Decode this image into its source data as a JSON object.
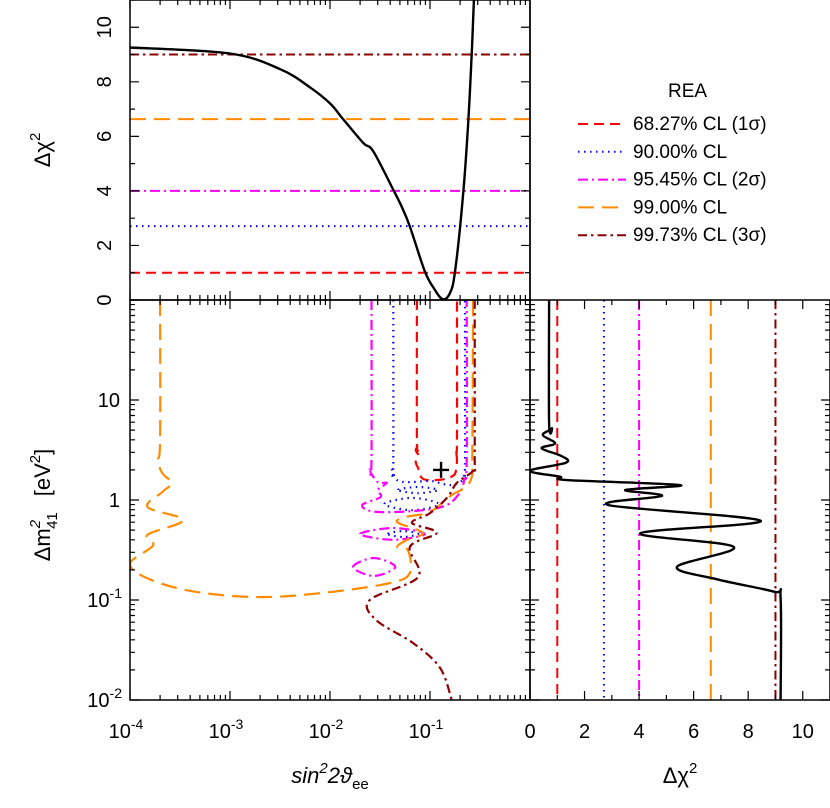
{
  "legend": {
    "title": "REA",
    "entries": [
      {
        "label": "68.27% CL (1σ)",
        "level": 1.0,
        "color": "#ff0000",
        "style": "dashed"
      },
      {
        "label": "90.00% CL",
        "level": 2.71,
        "color": "#0000ff",
        "style": "dotted"
      },
      {
        "label": "95.45% CL (2σ)",
        "level": 4.0,
        "color": "#ff00ff",
        "style": "dash-dot"
      },
      {
        "label": "99.00% CL",
        "level": 6.63,
        "color": "#ff8c00",
        "style": "long-dash"
      },
      {
        "label": "99.73% CL (3σ)",
        "level": 9.0,
        "color": "#8b0000",
        "style": "dash-dot"
      }
    ]
  },
  "chart_data": [
    {
      "panel": "top",
      "type": "line",
      "xscale": "log",
      "xlim": [
        0.0001,
        1
      ],
      "ylim": [
        0,
        11
      ],
      "ylabel": {
        "main": "Δχ",
        "sup": "2"
      },
      "yticks": [
        "0",
        "2",
        "4",
        "6",
        "8",
        "10"
      ],
      "series": [
        {
          "color": "#000000",
          "points": [
            [
              0.0001,
              9.26
            ],
            [
              0.001,
              9.04
            ],
            [
              0.0032,
              8.46
            ],
            [
              0.0063,
              7.8
            ],
            [
              0.01,
              7.21
            ],
            [
              0.0136,
              6.62
            ],
            [
              0.0215,
              5.76
            ],
            [
              0.0271,
              5.45
            ],
            [
              0.043,
              4.04
            ],
            [
              0.052,
              3.43
            ],
            [
              0.063,
              2.69
            ],
            [
              0.089,
              1.04
            ],
            [
              0.112,
              0.37
            ],
            [
              0.134,
              0.03
            ],
            [
              0.158,
              0.25
            ],
            [
              0.178,
              1.04
            ],
            [
              0.215,
              3.92
            ],
            [
              0.242,
              6.62
            ],
            [
              0.261,
              9.0
            ],
            [
              0.275,
              11.0
            ]
          ]
        }
      ]
    },
    {
      "panel": "bottom-left",
      "type": "contour",
      "xscale": "log",
      "yscale": "log",
      "xlim": [
        0.0001,
        1
      ],
      "ylim": [
        0.01,
        100
      ],
      "xlabel": {
        "main": "sin",
        "sup": "2",
        "mid": "2ϑ",
        "sub": "ee"
      },
      "ylabel": {
        "main": "Δm",
        "sup": "2",
        "sub": "41",
        "unit": "[eV",
        "unit_sup": "2",
        "unit_end": "]"
      },
      "xticks": [
        {
          "base": "10",
          "exp": "-4"
        },
        {
          "base": "10",
          "exp": "-3"
        },
        {
          "base": "10",
          "exp": "-2"
        },
        {
          "base": "10",
          "exp": "-1"
        }
      ],
      "yticks": [
        {
          "base": "10",
          "exp": "-2"
        },
        {
          "base": "10",
          "exp": "-1"
        },
        {
          "base": "1",
          "exp": ""
        },
        {
          "base": "10",
          "exp": ""
        }
      ],
      "best_fit": [
        0.129,
        2.0
      ],
      "contours": [
        {
          "cl": "68.27% CL (1σ)",
          "closed": false,
          "points": [
            [
              0.074,
              100
            ],
            [
              0.074,
              3.98
            ],
            [
              0.076,
              3.55
            ],
            [
              0.072,
              3.16
            ],
            [
              0.076,
              2.82
            ],
            [
              0.072,
              2.4
            ],
            [
              0.076,
              2.09
            ],
            [
              0.083,
              1.66
            ],
            [
              0.1,
              1.58
            ],
            [
              0.141,
              1.62
            ],
            [
              0.174,
              1.78
            ],
            [
              0.182,
              2.0
            ],
            [
              0.186,
              2.51
            ],
            [
              0.182,
              3.16
            ],
            [
              0.186,
              3.98
            ],
            [
              0.186,
              100
            ]
          ]
        },
        {
          "cl": "90.00% CL",
          "closed": false,
          "points": [
            [
              0.043,
              100
            ],
            [
              0.043,
              2.24
            ],
            [
              0.042,
              2.0
            ],
            [
              0.047,
              1.58
            ],
            [
              0.063,
              1.51
            ],
            [
              0.1,
              1.55
            ],
            [
              0.126,
              1.48
            ],
            [
              0.158,
              1.41
            ],
            [
              0.2,
              1.5
            ],
            [
              0.22,
              1.8
            ],
            [
              0.224,
              2.5
            ],
            [
              0.224,
              100
            ]
          ]
        },
        {
          "cl": "90.00% CL",
          "closed": true,
          "points": [
            [
              0.048,
              1.26
            ],
            [
              0.076,
              1.35
            ],
            [
              0.12,
              1.26
            ],
            [
              0.076,
              1.17
            ]
          ]
        },
        {
          "cl": "90.00% CL",
          "closed": true,
          "points": [
            [
              0.035,
              0.91
            ],
            [
              0.066,
              1.05
            ],
            [
              0.123,
              0.91
            ],
            [
              0.066,
              0.79
            ]
          ]
        },
        {
          "cl": "90.00% CL",
          "closed": true,
          "points": [
            [
              0.038,
              0.457
            ],
            [
              0.054,
              0.49
            ],
            [
              0.076,
              0.457
            ],
            [
              0.054,
              0.427
            ]
          ]
        },
        {
          "cl": "95.45% CL (2σ)",
          "closed": false,
          "points": [
            [
              0.026,
              100
            ],
            [
              0.026,
              2.5
            ],
            [
              0.025,
              2.0
            ],
            [
              0.03,
              1.51
            ],
            [
              0.037,
              1.48
            ],
            [
              0.03,
              1.26
            ],
            [
              0.032,
              1.07
            ],
            [
              0.021,
              0.89
            ],
            [
              0.029,
              0.76
            ],
            [
              0.085,
              0.79
            ],
            [
              0.15,
              0.9
            ],
            [
              0.2,
              1.2
            ],
            [
              0.22,
              1.6
            ],
            [
              0.233,
              2.5
            ],
            [
              0.233,
              100
            ]
          ]
        },
        {
          "cl": "95.45% CL (2σ)",
          "closed": true,
          "points": [
            [
              0.02,
              0.457
            ],
            [
              0.043,
              0.525
            ],
            [
              0.089,
              0.457
            ],
            [
              0.043,
              0.4
            ]
          ]
        },
        {
          "cl": "95.45% CL (2σ)",
          "closed": true,
          "points": [
            [
              0.017,
              0.214
            ],
            [
              0.0275,
              0.263
            ],
            [
              0.045,
              0.214
            ],
            [
              0.0275,
              0.174
            ]
          ]
        },
        {
          "cl": "99.00% CL",
          "closed": false,
          "points": [
            [
              0.0002,
              100
            ],
            [
              0.0002,
              3.98
            ],
            [
              0.00019,
              2.51
            ],
            [
              0.00021,
              1.86
            ],
            [
              0.00026,
              1.48
            ],
            [
              0.00021,
              1.2
            ],
            [
              0.00015,
              0.85
            ],
            [
              0.00034,
              0.63
            ],
            [
              0.00015,
              0.45
            ],
            [
              0.00017,
              0.35
            ],
            [
              0.0001,
              0.23
            ],
            [
              0.00016,
              0.16
            ],
            [
              0.00047,
              0.12
            ],
            [
              0.0021,
              0.107
            ],
            [
              0.01,
              0.12
            ],
            [
              0.04,
              0.148
            ],
            [
              0.063,
              0.186
            ],
            [
              0.06,
              0.316
            ],
            [
              0.047,
              0.34
            ],
            [
              0.059,
              0.4
            ],
            [
              0.085,
              0.47
            ],
            [
              0.047,
              0.6
            ],
            [
              0.059,
              0.68
            ],
            [
              0.1,
              0.76
            ],
            [
              0.165,
              1.12
            ],
            [
              0.22,
              1.32
            ],
            [
              0.26,
              1.66
            ],
            [
              0.265,
              2.8
            ],
            [
              0.27,
              100
            ]
          ]
        },
        {
          "cl": "99.73% CL (3σ)",
          "closed": false,
          "points": [
            [
              0.28,
              100
            ],
            [
              0.28,
              2.8
            ],
            [
              0.275,
              2.0
            ],
            [
              0.185,
              1.48
            ],
            [
              0.15,
              1.07
            ],
            [
              0.1,
              0.74
            ],
            [
              0.066,
              0.59
            ],
            [
              0.117,
              0.47
            ],
            [
              0.063,
              0.34
            ],
            [
              0.076,
              0.17
            ],
            [
              0.025,
              0.1
            ],
            [
              0.029,
              0.063
            ],
            [
              0.068,
              0.037
            ],
            [
              0.126,
              0.021
            ],
            [
              0.165,
              0.01
            ]
          ]
        }
      ]
    },
    {
      "panel": "bottom-right",
      "type": "line",
      "yscale": "log",
      "xlim": [
        0,
        11
      ],
      "ylim": [
        0.01,
        100
      ],
      "xlabel": {
        "main": "Δχ",
        "sup": "2"
      },
      "xticks": [
        "0",
        "2",
        "4",
        "6",
        "8",
        "10"
      ],
      "series": [
        {
          "color": "#000000",
          "points": [
            [
              0.7,
              100
            ],
            [
              0.7,
              5.9
            ],
            [
              0.8,
              5.2
            ],
            [
              0.47,
              4.47
            ],
            [
              0.92,
              3.69
            ],
            [
              0.43,
              3.29
            ],
            [
              1.16,
              2.75
            ],
            [
              1.32,
              2.36
            ],
            [
              0.0,
              1.96
            ],
            [
              1.1,
              1.71
            ],
            [
              1.35,
              1.58
            ],
            [
              5.51,
              1.41
            ],
            [
              3.49,
              1.26
            ],
            [
              4.84,
              1.1
            ],
            [
              2.88,
              0.89
            ],
            [
              8.46,
              0.62
            ],
            [
              4.04,
              0.465
            ],
            [
              7.47,
              0.34
            ],
            [
              5.39,
              0.215
            ],
            [
              6.86,
              0.161
            ],
            [
              8.95,
              0.121
            ],
            [
              9.19,
              0.104
            ],
            [
              9.19,
              0.01
            ]
          ]
        }
      ]
    }
  ]
}
